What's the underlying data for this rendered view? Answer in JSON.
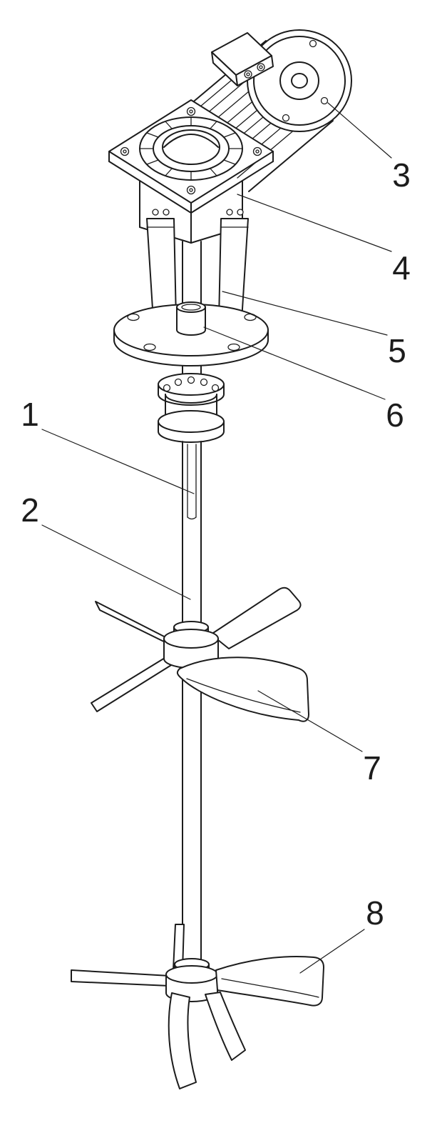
{
  "figure": {
    "background_color": "#ffffff",
    "line_color": "#1c1c1c",
    "kind": "technical line drawing",
    "subject": "top-entry agitator: motor, gearbox, support lantern, mounting flange, coupling, shaft, two impellers"
  },
  "callouts": [
    {
      "number": "1"
    },
    {
      "number": "2"
    },
    {
      "number": "3"
    },
    {
      "number": "4"
    },
    {
      "number": "5"
    },
    {
      "number": "6"
    },
    {
      "number": "7"
    },
    {
      "number": "8"
    }
  ]
}
